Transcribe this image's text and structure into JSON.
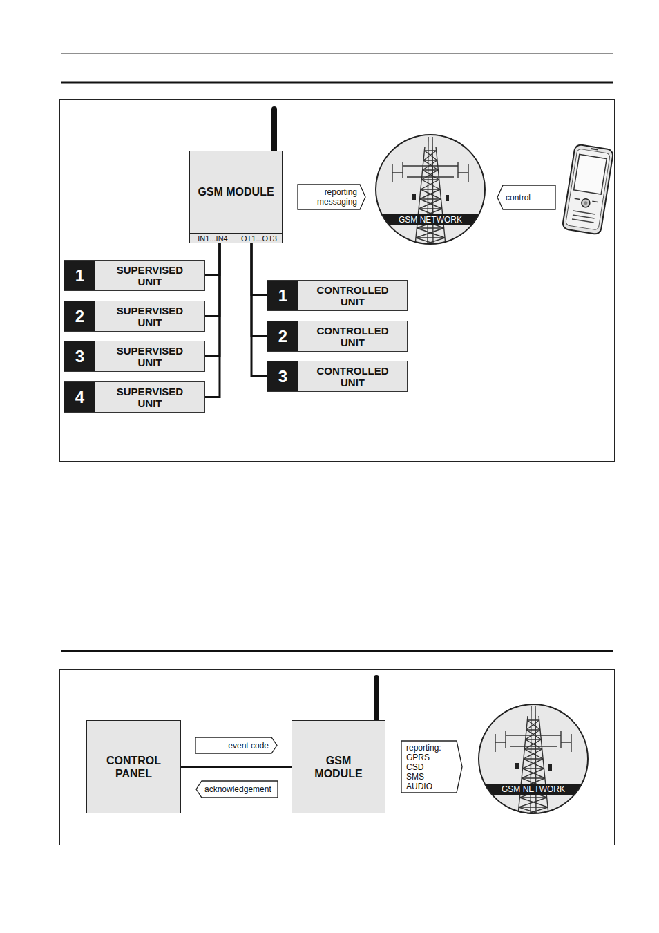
{
  "diagram": {
    "nodes": [
      {
        "text": [
          "GSM MODULE",
          "IN1...IN4",
          "OT1...OT3"
        ]
      },
      {
        "text": [
          "reporting messaging"
        ]
      },
      {
        "text": [
          "GSM NETWORK"
        ]
      },
      {
        "text": [
          "control"
        ]
      },
      {
        "text": [
          "1",
          "SUPERVISED UNIT"
        ]
      },
      {
        "text": [
          "2",
          "SUPERVISED UNIT"
        ]
      },
      {
        "text": [
          "3",
          "SUPERVISED UNIT"
        ]
      },
      {
        "text": [
          "4",
          "SUPERVISED UNIT"
        ]
      },
      {
        "text": [
          "1",
          "CONTROLLED UNIT"
        ]
      },
      {
        "text": [
          "2",
          "CONTROLLED UNIT"
        ]
      },
      {
        "text": [
          "3",
          "CONTROLLED UNIT"
        ]
      },
      {
        "text": [
          "CONTROL PANEL"
        ]
      },
      {
        "text": [
          "event code"
        ]
      },
      {
        "text": [
          "acknowledgement"
        ]
      },
      {
        "text": [
          "GSM MODULE"
        ]
      },
      {
        "text": [
          "reporting: GPRS CSD SMS AUDIO"
        ]
      },
      {
        "text": [
          "GSM NETWORK"
        ]
      }
    ],
    "edges": [
      {
        "from": 0,
        "to": 4,
        "arrow": "none"
      },
      {
        "from": 0,
        "to": 5,
        "arrow": "none"
      },
      {
        "from": 0,
        "to": 6,
        "arrow": "none"
      },
      {
        "from": 0,
        "to": 7,
        "arrow": "none"
      },
      {
        "from": 0,
        "to": 8,
        "arrow": "none"
      },
      {
        "from": 0,
        "to": 9,
        "arrow": "none"
      },
      {
        "from": 0,
        "to": 10,
        "arrow": "none"
      },
      {
        "from": 11,
        "to": 14,
        "arrow": "none"
      }
    ]
  }
}
